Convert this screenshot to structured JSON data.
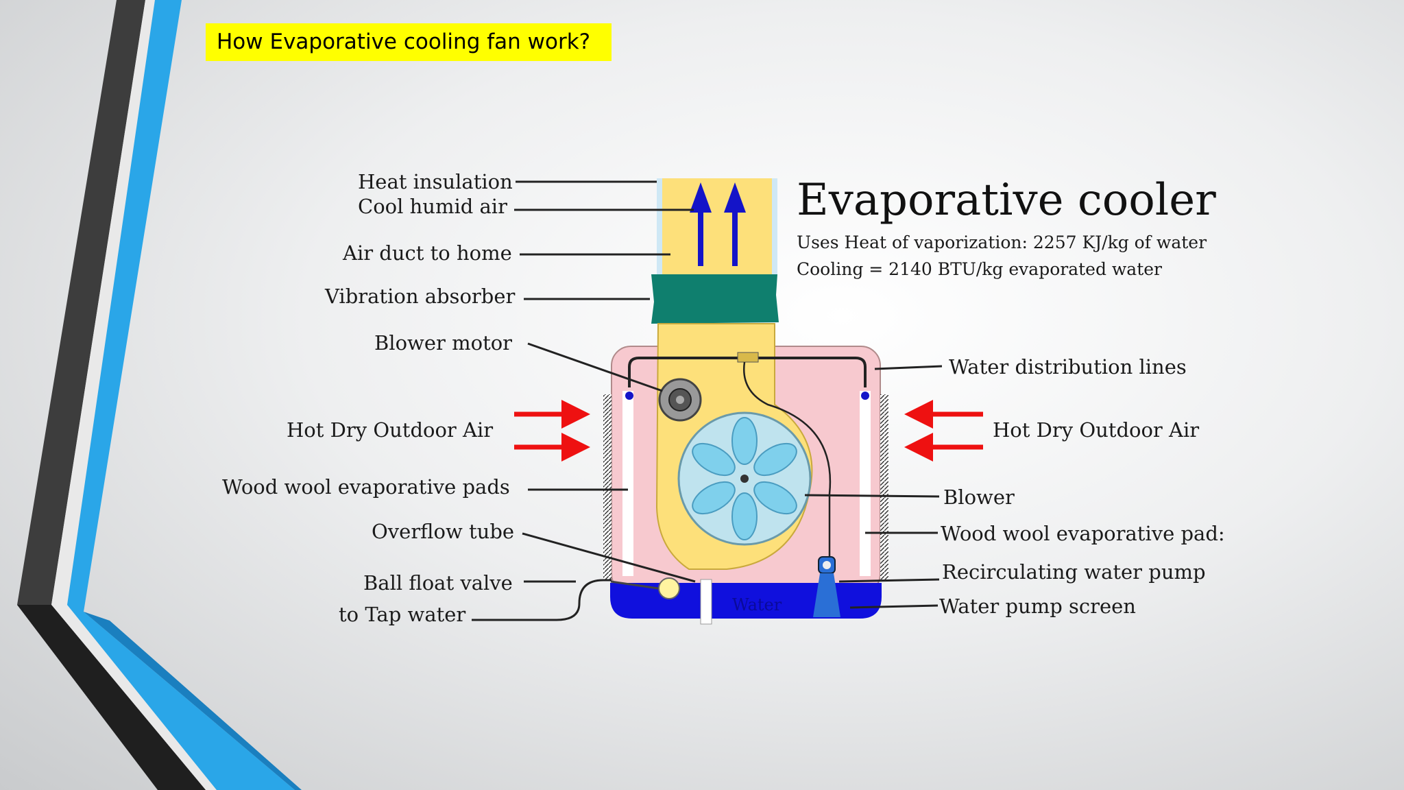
{
  "slide": {
    "title": "How Evaporative cooling fan work?",
    "colors": {
      "title_highlight": "#ffff00",
      "accent_blue": "#2aa6e8",
      "accent_dark": "#3a3a3a"
    }
  },
  "diagram": {
    "title": "Evaporative cooler",
    "subtitle_line1": "Uses Heat of vaporization: 2257 KJ/kg of water",
    "subtitle_line2": "Cooling = 2140 BTU/kg evaporated water",
    "labels": {
      "heat_insulation": "Heat insulation",
      "cool_humid_air": "Cool humid air",
      "air_duct": "Air duct to home",
      "vibration_absorber": "Vibration absorber",
      "blower_motor": "Blower motor",
      "hot_air_left": "Hot Dry Outdoor Air",
      "pads_left": "Wood wool evaporative pads",
      "overflow_tube": "Overflow tube",
      "ball_float_valve": "Ball float valve",
      "tap_water": "to Tap water",
      "water_distribution": "Water distribution lines",
      "hot_air_right": "Hot Dry Outdoor Air",
      "blower": "Blower",
      "pads_right": "Wood wool evaporative pad:",
      "recirc_pump": "Recirculating water pump",
      "pump_screen": "Water pump screen",
      "water": "Water"
    }
  }
}
